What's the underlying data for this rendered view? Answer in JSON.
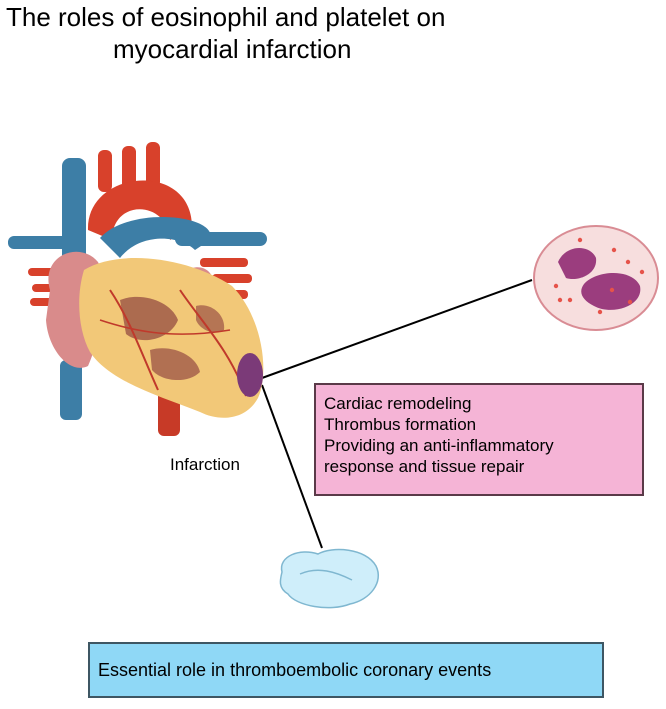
{
  "title": {
    "line1": "The roles of eosinophil and platelet on",
    "line2": "myocardial infarction"
  },
  "labels": {
    "infarction": "Infarction"
  },
  "eosinophil_box": {
    "lines": [
      "Cardiac remodeling",
      "Thrombus formation",
      "Providing an anti-inflammatory",
      "response and tissue repair"
    ]
  },
  "platelet_box": {
    "text": "Essential role in thromboembolic coronary events"
  },
  "colors": {
    "pink_box": "#f5b4d6",
    "blue_box": "#8fd8f6",
    "artery_red": "#d8412b",
    "vein_blue": "#3d7ea6",
    "myocardium": "#f2c878",
    "infarct_purple": "#7b3a78",
    "eosinophil_granule": "#e6534a",
    "platelet": "#cfeefa"
  },
  "icons": [
    "heart-illustration",
    "eosinophil-cell",
    "platelet-cell"
  ]
}
